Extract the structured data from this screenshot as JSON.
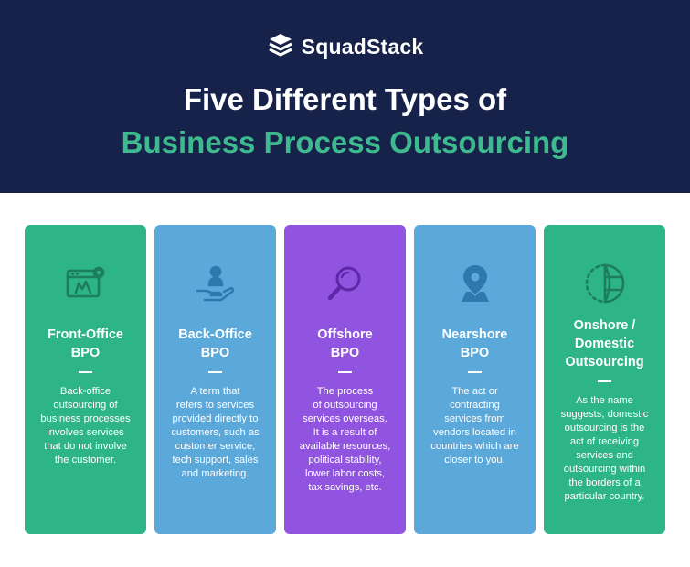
{
  "brand": {
    "name": "SquadStack"
  },
  "title": {
    "line1": "Five Different Types of",
    "line2": "Business Process Outsourcing"
  },
  "colors": {
    "navy": "#17224a",
    "green": "#2db487",
    "blue": "#5ba8db",
    "purple": "#9054e0",
    "accent_title": "#3dbb8e"
  },
  "cards": [
    {
      "icon": "browser-gear-icon",
      "title_lines": [
        "Front-Office",
        "BPO"
      ],
      "desc_lines": [
        "Back-office",
        "outsourcing of",
        "business processes",
        "involves services",
        "that do not involve",
        "the customer."
      ]
    },
    {
      "icon": "hand-person-icon",
      "title_lines": [
        "Back-Office",
        "BPO"
      ],
      "desc_lines": [
        "A term that",
        "refers to services",
        "provided directly to",
        "customers, such as",
        "customer service,",
        "tech support, sales",
        "and marketing."
      ]
    },
    {
      "icon": "magnifier-icon",
      "title_lines": [
        "Offshore",
        "BPO"
      ],
      "desc_lines": [
        "The process",
        "of outsourcing",
        "services overseas.",
        "It is a result of",
        "available resources,",
        "political stability,",
        "lower labor costs,",
        "tax savings, etc."
      ]
    },
    {
      "icon": "map-pin-icon",
      "title_lines": [
        "Nearshore",
        "BPO"
      ],
      "desc_lines": [
        "The act or",
        "contracting",
        "services from",
        "vendors located in",
        "countries which are",
        "closer to you."
      ]
    },
    {
      "icon": "globe-icon",
      "title_lines": [
        "Onshore /",
        "Domestic",
        "Outsourcing"
      ],
      "desc_lines": [
        "As the name",
        "suggests, domestic",
        "outsourcing is the",
        "act of receiving",
        "services and",
        "outsourcing within",
        "the borders of a",
        "particular country."
      ]
    }
  ]
}
